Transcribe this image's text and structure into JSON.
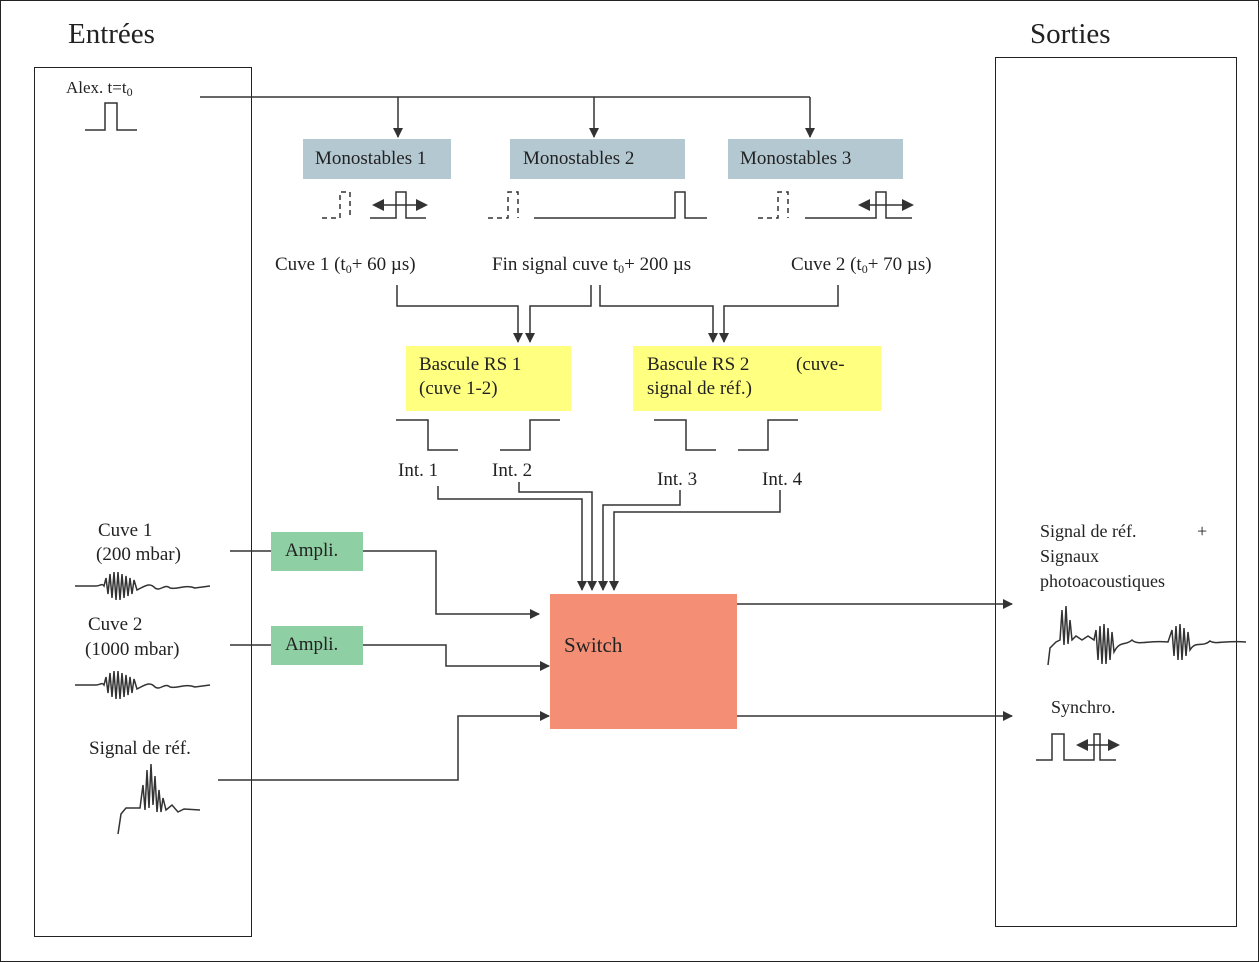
{
  "panels": {
    "inputs_title": "Entrées",
    "outputs_title": "Sorties"
  },
  "inputs": {
    "alex_label": "Alex. t=t",
    "alex_sub": "0",
    "cuve1_line1": "Cuve 1",
    "cuve1_line2": "(200 mbar)",
    "cuve2_line1": "Cuve 2",
    "cuve2_line2": "(1000 mbar)",
    "ref_label": "Signal de réf."
  },
  "monostables": [
    "Monostables 1",
    "Monostables 2",
    "Monostables 3"
  ],
  "timing": {
    "cuve1_a": "Cuve 1 (t",
    "cuve1_sub": "0",
    "cuve1_b": "+ 60 µs)",
    "fin_a": "Fin  signal cuve t",
    "fin_sub": "0",
    "fin_b": "+ 200 µs",
    "cuve2_a": "Cuve 2 (t",
    "cuve2_sub": "0",
    "cuve2_b": "+ 70 µs)"
  },
  "bascules": {
    "rs1_line1": "Bascule RS 1",
    "rs1_line2": "(cuve 1-2)",
    "rs2_line1": "Bascule RS 2",
    "rs2_line1b": "(cuve-",
    "rs2_line2": "signal de réf.)"
  },
  "interrupts": [
    "Int. 1",
    "Int. 2",
    "Int. 3",
    "Int. 4"
  ],
  "ampli": [
    "Ampli.",
    "Ampli."
  ],
  "switch_label": "Switch",
  "outputs": {
    "signal_line1": "Signal de réf.",
    "signal_plus": "+",
    "signal_line2": "Signaux",
    "signal_line3": "photoacoustiques",
    "synchro": "Synchro."
  }
}
